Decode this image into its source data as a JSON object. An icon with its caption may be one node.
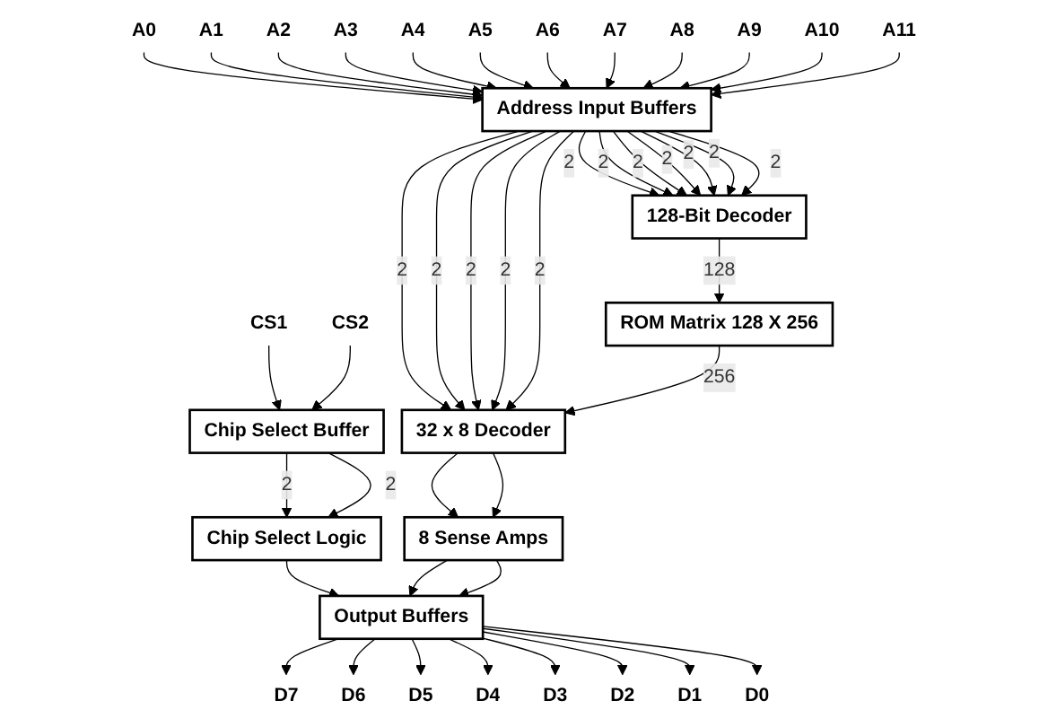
{
  "diagram": {
    "nodes": [
      {
        "text": [
          "A0"
        ]
      },
      {
        "text": [
          "A1"
        ]
      },
      {
        "text": [
          "A2"
        ]
      },
      {
        "text": [
          "A3"
        ]
      },
      {
        "text": [
          "A4"
        ]
      },
      {
        "text": [
          "A5"
        ]
      },
      {
        "text": [
          "A6"
        ]
      },
      {
        "text": [
          "A7"
        ]
      },
      {
        "text": [
          "A8"
        ]
      },
      {
        "text": [
          "A9"
        ]
      },
      {
        "text": [
          "A10"
        ]
      },
      {
        "text": [
          "A11"
        ]
      },
      {
        "text": [
          "CS1"
        ]
      },
      {
        "text": [
          "CS2"
        ]
      },
      {
        "text": [
          "Address Input Buffers"
        ]
      },
      {
        "text": [
          "Chip Select Buffer"
        ]
      },
      {
        "text": [
          "128-Bit Decoder"
        ]
      },
      {
        "text": [
          "Chip Select Logic"
        ]
      },
      {
        "text": [
          "ROM Matrix 128 X 256"
        ]
      },
      {
        "text": [
          "32 x 8 Decoder"
        ]
      },
      {
        "text": [
          "8 Sense Amps"
        ]
      },
      {
        "text": [
          "Output Buffers"
        ]
      },
      {
        "text": [
          "D7"
        ]
      },
      {
        "text": [
          "D6"
        ]
      },
      {
        "text": [
          "D5"
        ]
      },
      {
        "text": [
          "D4"
        ]
      },
      {
        "text": [
          "D3"
        ]
      },
      {
        "text": [
          "D2"
        ]
      },
      {
        "text": [
          "D1"
        ]
      },
      {
        "text": [
          "D0"
        ]
      }
    ],
    "edges": [
      {
        "from": 0,
        "to": 14,
        "arrow": "to"
      },
      {
        "from": 1,
        "to": 14,
        "arrow": "to"
      },
      {
        "from": 2,
        "to": 14,
        "arrow": "to"
      },
      {
        "from": 3,
        "to": 14,
        "arrow": "to"
      },
      {
        "from": 4,
        "to": 14,
        "arrow": "to"
      },
      {
        "from": 5,
        "to": 14,
        "arrow": "to"
      },
      {
        "from": 6,
        "to": 14,
        "arrow": "to"
      },
      {
        "from": 7,
        "to": 14,
        "arrow": "to"
      },
      {
        "from": 8,
        "to": 14,
        "arrow": "to"
      },
      {
        "from": 9,
        "to": 14,
        "arrow": "to"
      },
      {
        "from": 10,
        "to": 14,
        "arrow": "to"
      },
      {
        "from": 11,
        "to": 14,
        "arrow": "to"
      },
      {
        "from": 12,
        "to": 15,
        "arrow": "to"
      },
      {
        "from": 13,
        "to": 15,
        "arrow": "to"
      },
      {
        "from": 14,
        "to": 16,
        "arrow": "to",
        "label": "2"
      },
      {
        "from": 14,
        "to": 16,
        "arrow": "to",
        "label": "2"
      },
      {
        "from": 14,
        "to": 16,
        "arrow": "to",
        "label": "2"
      },
      {
        "from": 14,
        "to": 16,
        "arrow": "to",
        "label": "2"
      },
      {
        "from": 14,
        "to": 16,
        "arrow": "to",
        "label": "2"
      },
      {
        "from": 14,
        "to": 16,
        "arrow": "to",
        "label": "2"
      },
      {
        "from": 14,
        "to": 16,
        "arrow": "to",
        "label": "2"
      },
      {
        "from": 14,
        "to": 19,
        "arrow": "to",
        "label": "2"
      },
      {
        "from": 14,
        "to": 19,
        "arrow": "to",
        "label": "2"
      },
      {
        "from": 14,
        "to": 19,
        "arrow": "to",
        "label": "2"
      },
      {
        "from": 14,
        "to": 19,
        "arrow": "to",
        "label": "2"
      },
      {
        "from": 14,
        "to": 19,
        "arrow": "to",
        "label": "2"
      },
      {
        "from": 15,
        "to": 17,
        "arrow": "to",
        "label": "2"
      },
      {
        "from": 15,
        "to": 17,
        "arrow": "to",
        "label": "2"
      },
      {
        "from": 16,
        "to": 18,
        "arrow": "to",
        "label": "128"
      },
      {
        "from": 18,
        "to": 19,
        "arrow": "to",
        "label": "256"
      },
      {
        "from": 17,
        "to": 21,
        "arrow": "to"
      },
      {
        "from": 19,
        "to": 20,
        "arrow": "to"
      },
      {
        "from": 19,
        "to": 20,
        "arrow": "to"
      },
      {
        "from": 20,
        "to": 21,
        "arrow": "to"
      },
      {
        "from": 20,
        "to": 21,
        "arrow": "to"
      },
      {
        "from": 21,
        "to": 22,
        "arrow": "to"
      },
      {
        "from": 21,
        "to": 23,
        "arrow": "to"
      },
      {
        "from": 21,
        "to": 24,
        "arrow": "to"
      },
      {
        "from": 21,
        "to": 25,
        "arrow": "to"
      },
      {
        "from": 21,
        "to": 26,
        "arrow": "to"
      },
      {
        "from": 21,
        "to": 27,
        "arrow": "to"
      },
      {
        "from": 21,
        "to": 28,
        "arrow": "to"
      },
      {
        "from": 21,
        "to": 29,
        "arrow": "to"
      }
    ]
  }
}
